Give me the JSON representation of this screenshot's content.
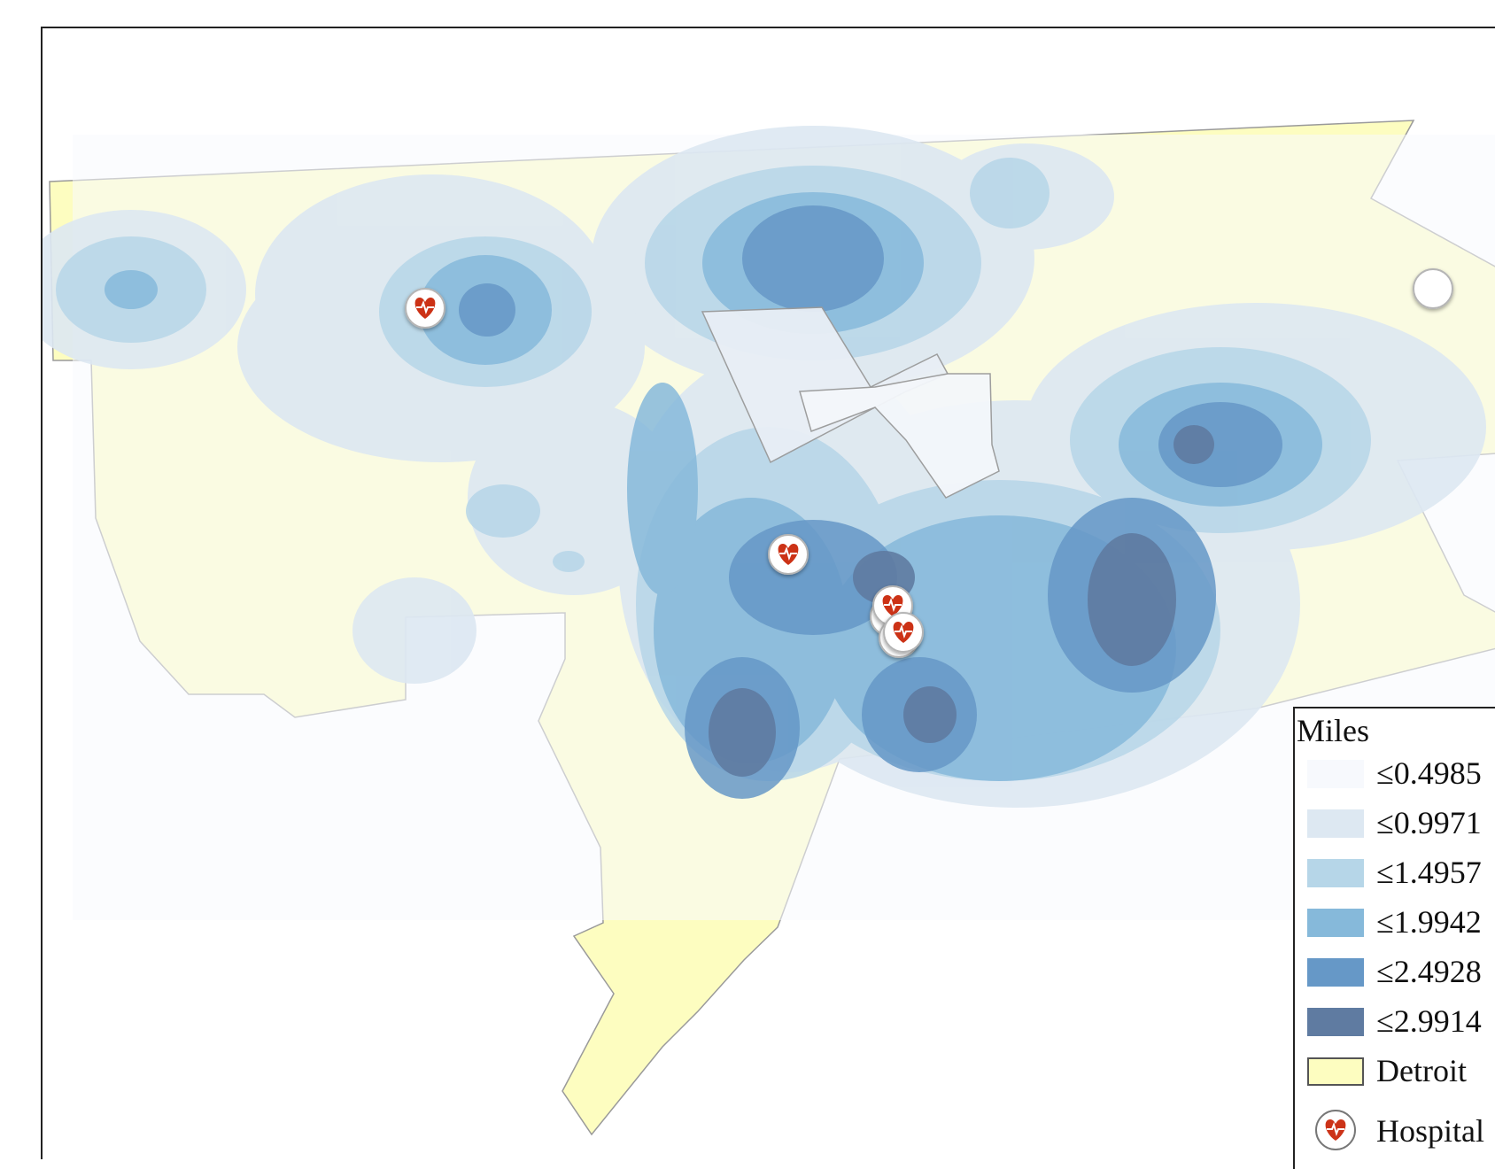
{
  "map": {
    "basemap_color": "#fdfdc0",
    "density_colors": [
      "#f7f9fd",
      "#dde8f2",
      "#b6d6e8",
      "#86b9da",
      "#6698c7",
      "#5f7ba1"
    ],
    "hospital_icon": "heart-pulse-icon",
    "hospital_icon_color": "#cc3318",
    "hospital_count_visible": 6
  },
  "legend": {
    "title": "Miles",
    "items": [
      {
        "label": "≤0.4985",
        "color": "#f7f9fd"
      },
      {
        "label": "≤0.9971",
        "color": "#dde8f2"
      },
      {
        "label": "≤1.4957",
        "color": "#b6d6e8"
      },
      {
        "label": "≤1.9942",
        "color": "#86b9da"
      },
      {
        "label": "≤2.4928",
        "color": "#6698c7"
      },
      {
        "label": "≤2.9914",
        "color": "#5f7ba1"
      },
      {
        "label": "Detroit",
        "color": "#fdfdc0"
      }
    ],
    "hospital_label": "Hospital"
  }
}
